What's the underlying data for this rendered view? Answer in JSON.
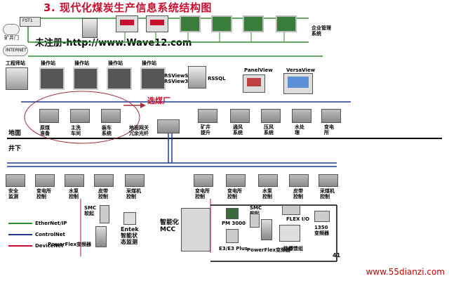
{
  "title": "3. 现代化煤炭生产信息系统结构图",
  "watermark_top": "未注册-http://www.Wave12.com",
  "watermark_bottom": "www.55dianzi.com",
  "top_left": {
    "mine_gate": "矿井门",
    "internet": "INTERNET",
    "fst": "FST1"
  },
  "enterprise_mgmt": "企业管理\n系统",
  "servers": {
    "rsview": "RSViewSE\nRSView32",
    "rssql": "RSSQL"
  },
  "hmi": {
    "panelview": "PanelView",
    "versaview": "VersaView"
  },
  "operator_stations": [
    "工程师站",
    "操作站",
    "操作站",
    "操作站",
    "操作站"
  ],
  "prep_plant": "选煤厂",
  "ground": "地面",
  "underground": "井下",
  "plc_left": [
    {
      "name": "原煤\n准备"
    },
    {
      "name": "主洗\n车间"
    },
    {
      "name": "装车\n系统"
    }
  ],
  "gateway": "地面网关\n冗余光纤",
  "plc_right": [
    {
      "name": "矿井\n提升"
    },
    {
      "name": "通风\n系统"
    },
    {
      "name": "压风\n系统"
    },
    {
      "name": "水处\n理"
    },
    {
      "name": "变电\n所"
    }
  ],
  "underground_left": [
    "安全\n监测",
    "变电所\n控制",
    "水泵\n控制",
    "皮带\n控制",
    "采煤机\n控制"
  ],
  "underground_right": [
    "变电所\n控制",
    "变电所\n控制",
    "水泵\n控制",
    "皮带\n控制",
    "采煤机\n控制"
  ],
  "legend": [
    {
      "label": "EtherNet/IP",
      "color": "#2e8b2e"
    },
    {
      "label": "ControlNet",
      "color": "#1f3a93"
    },
    {
      "label": "DeviceNet",
      "color": "#c8102e"
    }
  ],
  "field": {
    "smc1": "SMC\n软起",
    "powerflex1": "PowerFlex变频器",
    "entek": "Entek\n智能状\n态监测",
    "mcc": "智能化\nMCC",
    "smc2": "SMC\n软起",
    "pm3000": "PM 3000",
    "e3": "E3/E3 Plus",
    "powerflex2": "PowerFlex变频器",
    "flexio": "FLEX I/O",
    "l350": "1350\n变频器",
    "protection": "防爆馈组",
    "page_num": "41"
  },
  "colors": {
    "ethernet": "#2e8b2e",
    "controlnet": "#1f3a93",
    "devicenet": "#c8102e",
    "title": "#c8102e"
  }
}
